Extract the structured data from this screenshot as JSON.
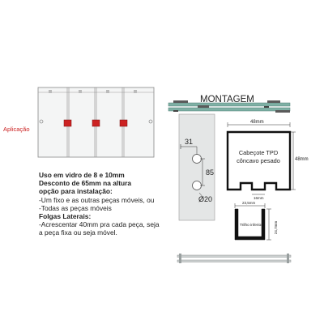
{
  "labels": {
    "aplicacao": "Aplicação",
    "montagem": "MONTAGEM",
    "dim_31": "31",
    "dim_85": "85",
    "dim_20": "Ø20",
    "head_width": "48mm",
    "head_height": "48mm",
    "head_title_1": "Cabeçote TPD",
    "head_title_2": "côncavo pesado",
    "head_slot": "16mm",
    "rail_width": "23,5mm",
    "rail_height": "24,7mm",
    "rail_title": "Trilho inferior"
  },
  "notes": {
    "line1": "Uso em vidro de 8 e 10mm",
    "line2": "Desconto de 65mm na altura",
    "line3": "opção para instalação:",
    "line4": "-Um fixo e as outras peças móveis, ou",
    "line5": "-Todas as peças móveis",
    "line6": "Folgas Laterais:",
    "line7": "-Acrescentar 40mm pra cada peça, seja",
    "line8": "a peça fixa ou seja móvel."
  },
  "colors": {
    "accent_red": "#cc2222",
    "rail_green": "#7fb0a5",
    "line_gray": "#888888"
  }
}
